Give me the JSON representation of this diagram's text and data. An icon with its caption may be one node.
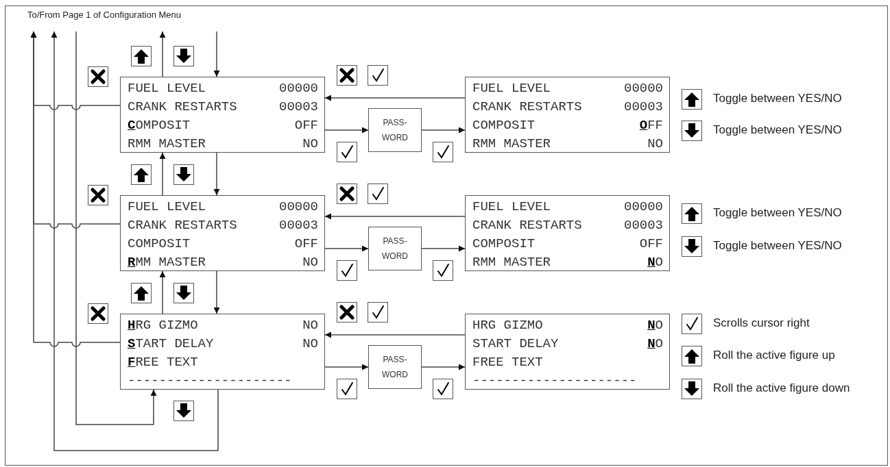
{
  "diagram": {
    "nodes": [
      {
        "text": [
          "To/From Page 1 of Configuration Menu"
        ]
      },
      {
        "text": [
          "FUEL LEVEL",
          "00000",
          "CRANK RESTARTS",
          "00003",
          "**C**OMPOSIT",
          "OFF",
          "RMM MASTER",
          "NO"
        ]
      },
      {
        "text": [
          "PASS- WORD"
        ]
      },
      {
        "text": [
          "FUEL LEVEL",
          "00000",
          "CRANK RESTARTS",
          "00003",
          "COMPOSIT",
          "**O**FF",
          "RMM MASTER",
          "NO"
        ]
      },
      {
        "text": [
          "FUEL LEVEL",
          "00000",
          "CRANK RESTARTS",
          "00003",
          "COMPOSIT",
          "OFF",
          "**R**MM MASTER",
          "NO"
        ]
      },
      {
        "text": [
          "PASS- WORD"
        ]
      },
      {
        "text": [
          "FUEL LEVEL",
          "00000",
          "CRANK RESTARTS",
          "00003",
          "COMPOSIT",
          "OFF",
          "RMM MASTER",
          "**N**O"
        ]
      },
      {
        "text": [
          "**H**RG GIZMO",
          "NO",
          "**S**TART DELAY",
          "NO",
          "**F**REE TEXT",
          "---------------------"
        ]
      },
      {
        "text": [
          "PASS- WORD"
        ]
      },
      {
        "text": [
          "HRG GIZMO",
          "**N**O",
          "START DELAY",
          "**N**O",
          "FREE TEXT",
          "---------------------"
        ]
      }
    ],
    "edges": [
      {
        "from": 0,
        "to": 1,
        "arrow": "to"
      },
      {
        "from": 1,
        "to": 0,
        "arrow": "to"
      },
      {
        "from": 1,
        "to": 0,
        "arrow": "to"
      },
      {
        "from": 4,
        "to": 0,
        "arrow": "to"
      },
      {
        "from": 7,
        "to": 0,
        "arrow": "to"
      },
      {
        "from": 7,
        "to": 0,
        "arrow": "to"
      },
      {
        "from": 0,
        "to": 7,
        "arrow": "to"
      },
      {
        "from": 1,
        "to": 4,
        "arrow": "to"
      },
      {
        "from": 4,
        "to": 1,
        "arrow": "to"
      },
      {
        "from": 4,
        "to": 7,
        "arrow": "to"
      },
      {
        "from": 7,
        "to": 4,
        "arrow": "to"
      },
      {
        "from": 1,
        "to": 2,
        "arrow": "to"
      },
      {
        "from": 2,
        "to": 3,
        "arrow": "to"
      },
      {
        "from": 3,
        "to": 1,
        "arrow": "to"
      },
      {
        "from": 4,
        "to": 5,
        "arrow": "to"
      },
      {
        "from": 5,
        "to": 6,
        "arrow": "to"
      },
      {
        "from": 6,
        "to": 4,
        "arrow": "to"
      },
      {
        "from": 7,
        "to": 8,
        "arrow": "to"
      },
      {
        "from": 8,
        "to": 9,
        "arrow": "to"
      },
      {
        "from": 9,
        "to": 7,
        "arrow": "to"
      }
    ],
    "legend": [
      {
        "text": "Toggle between YES/NO"
      },
      {
        "text": "Toggle between YES/NO"
      },
      {
        "text": "Toggle between YES/NO"
      },
      {
        "text": "Toggle between YES/NO"
      },
      {
        "text": "Scrolls cursor right"
      },
      {
        "text": "Roll the active figure up"
      },
      {
        "text": "Roll the active figure down"
      }
    ]
  }
}
